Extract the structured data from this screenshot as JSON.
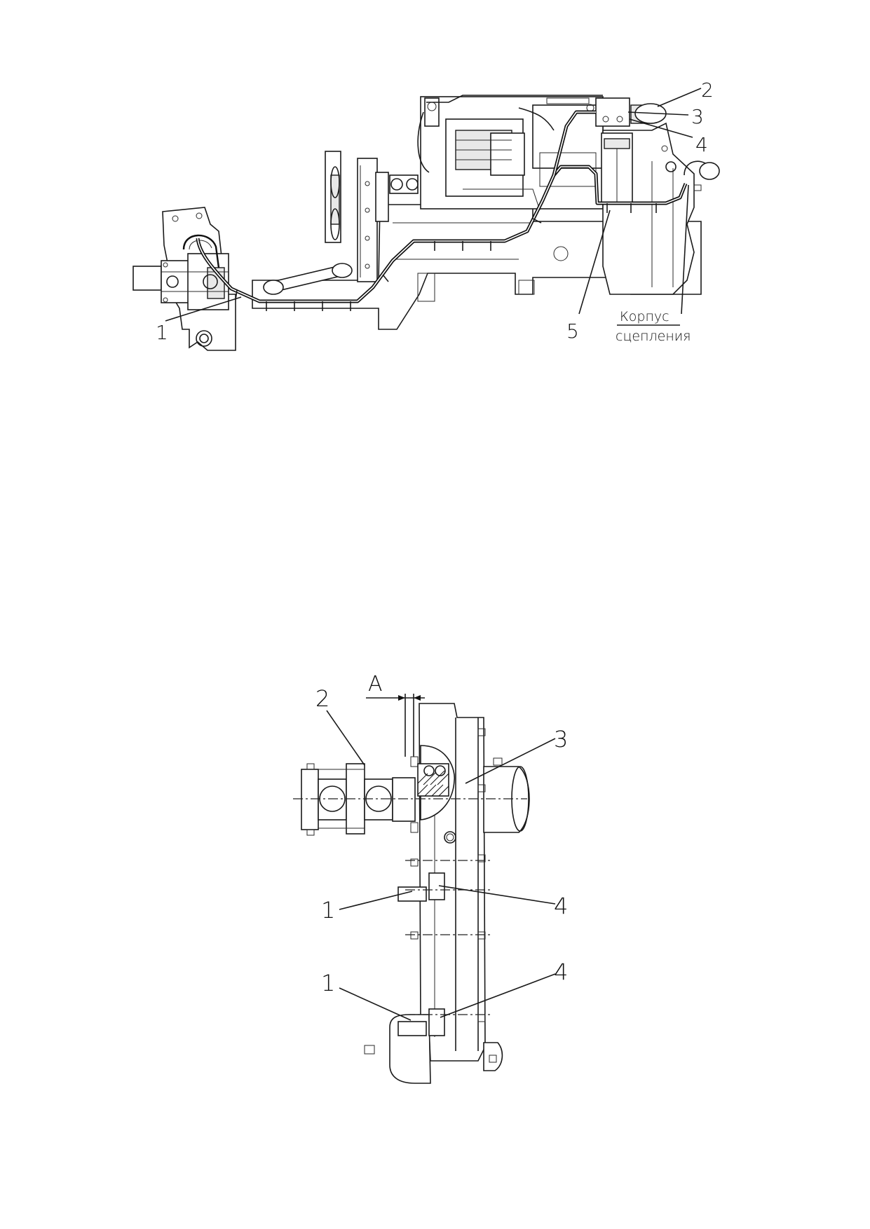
{
  "figure_top": {
    "callouts": [
      "1",
      "2",
      "3",
      "4",
      "5"
    ],
    "housing_label_line1": "Корпус",
    "housing_label_line2": "сцепления"
  },
  "figure_bottom": {
    "dimension_label": "А",
    "callouts": [
      "2",
      "3",
      "1",
      "4",
      "1",
      "4"
    ]
  }
}
